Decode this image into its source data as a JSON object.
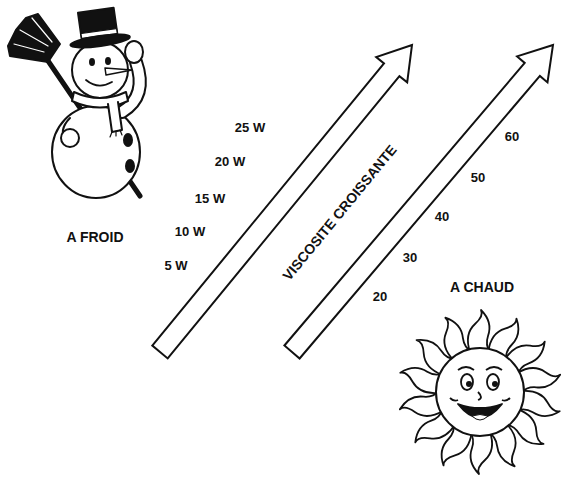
{
  "diagram": {
    "labels": [
      "A FROID",
      "25 W",
      "20 W",
      "15 W",
      "10 W",
      "5 W",
      "VISCOSITE CROISSANTE",
      "60",
      "50",
      "40",
      "30",
      "20",
      "A CHAUD"
    ]
  }
}
